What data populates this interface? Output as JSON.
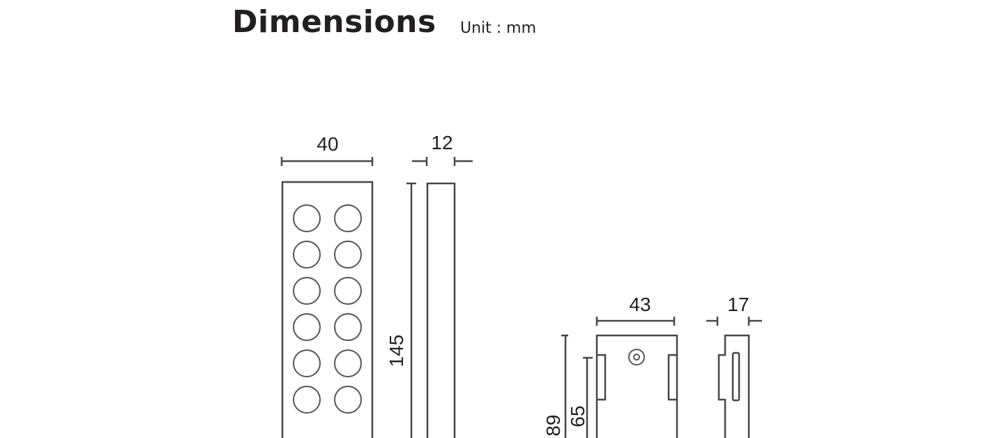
{
  "header": {
    "title": "Dimensions",
    "unit": "Unit : mm"
  },
  "remote": {
    "width": "40",
    "depth": "12",
    "height": "145",
    "button_rows": 6,
    "button_cols": 2
  },
  "holder": {
    "width": "43",
    "depth": "17",
    "height_total": "89",
    "height_inner": "65"
  },
  "colors": {
    "line": "#4a4545",
    "text": "#231f20"
  }
}
